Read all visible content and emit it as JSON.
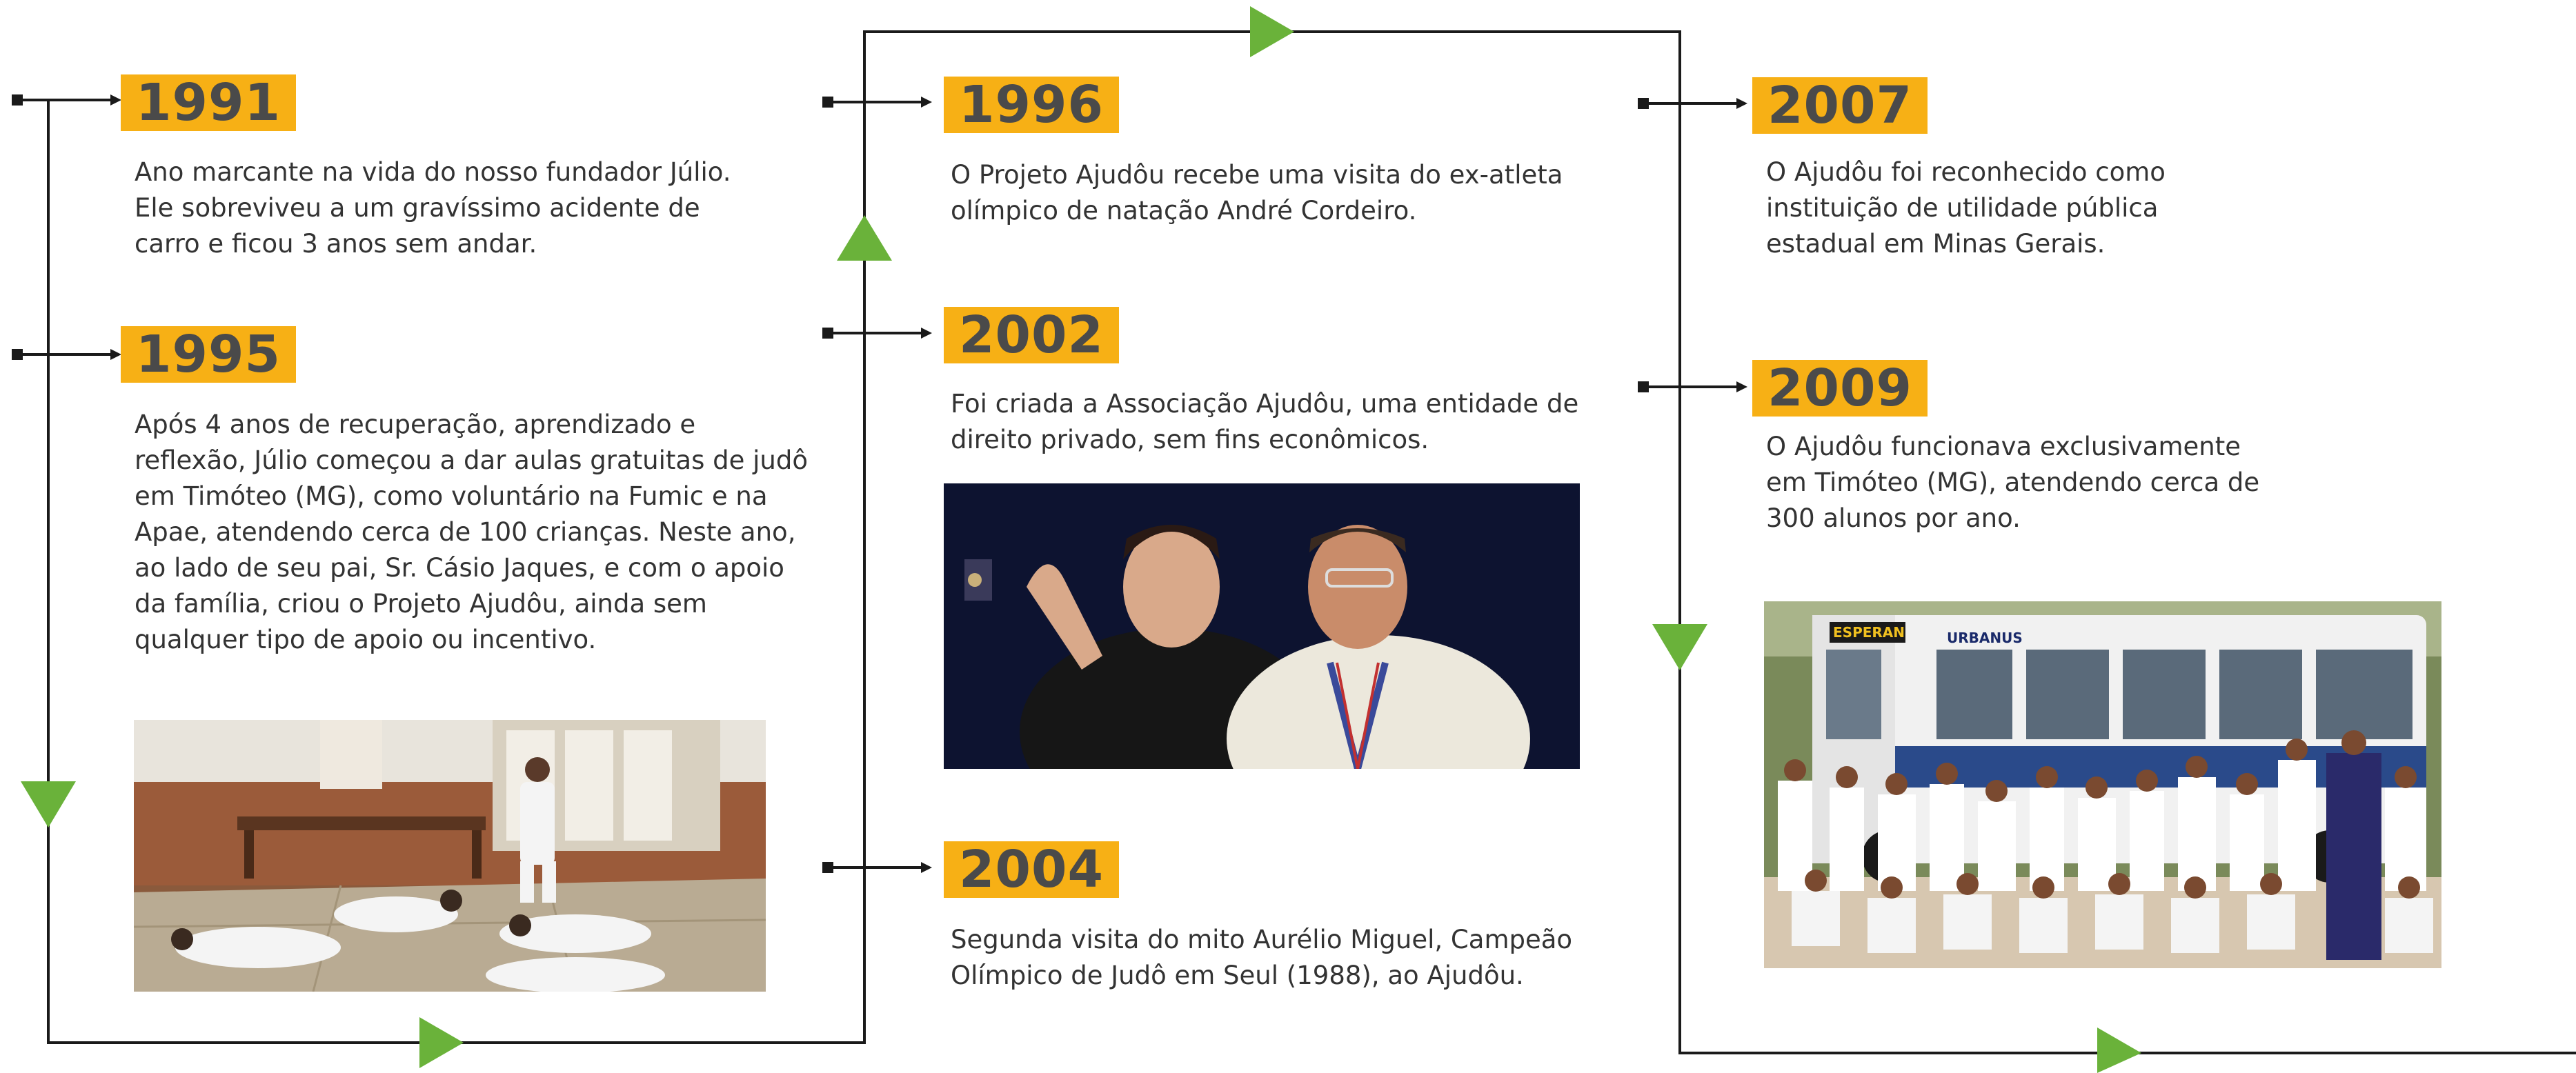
{
  "colors": {
    "accent": "#f7b015",
    "line": "#1a1a1a",
    "arrow": "#6ab23a",
    "text": "#333333"
  },
  "events": [
    {
      "year": "1991",
      "text": "Ano marcante na vida do nosso fundador Júlio. Ele sobreviveu a um gravíssimo acidente de carro e ficou 3 anos sem andar."
    },
    {
      "year": "1995",
      "text": "Após 4 anos de recuperação, aprendizado e reflexão, Júlio começou a dar aulas gratuitas de judô em Timóteo (MG), como voluntário na Fumic e na Apae, atendendo cerca de 100 crianças. Neste ano, ao lado de seu pai, Sr. Cásio Jaques, e com o apoio da família, criou o Projeto Ajudôu, ainda sem qualquer tipo de apoio ou incentivo."
    },
    {
      "year": "1996",
      "text": "O Projeto Ajudôu recebe uma visita do ex-atleta olímpico de natação André Cordeiro."
    },
    {
      "year": "2002",
      "text": "Foi criada a Associação Ajudôu, uma entidade de direito privado, sem fins econômicos."
    },
    {
      "year": "2004",
      "text": "Segunda visita do mito Aurélio Miguel, Campeão Olímpico de Judô em Seul (1988), ao Ajudôu."
    },
    {
      "year": "2007",
      "text": "O Ajudôu foi reconhecido como instituição de utilidade pública estadual em Minas Gerais."
    },
    {
      "year": "2009",
      "text": "O Ajudôu funcionava exclusivamente em Timóteo (MG), atendendo cerca de 300 alunos por ano."
    }
  ],
  "photos": {
    "bus_sign": "ESPERAN",
    "bus_brand": "URBANUS"
  }
}
